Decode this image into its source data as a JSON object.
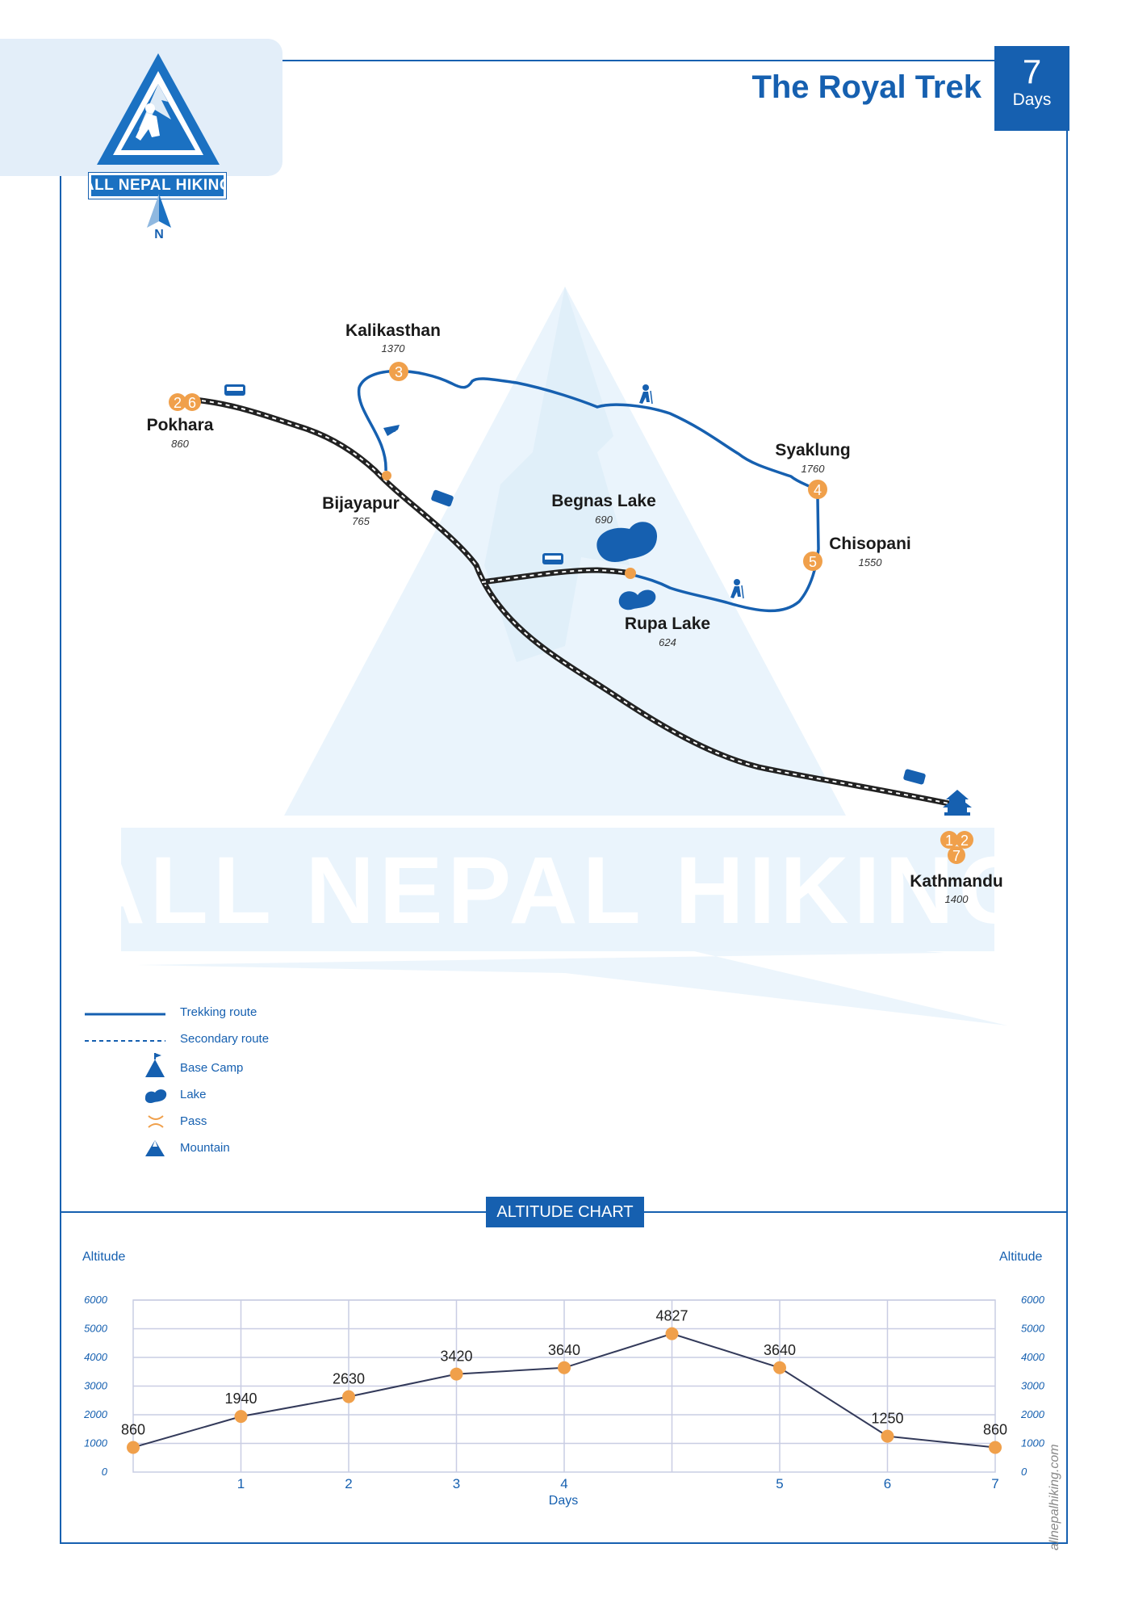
{
  "header": {
    "brand": "ALL NEPAL HIKING",
    "title": "The Royal Trek",
    "duration_value": "7",
    "duration_unit": "Days"
  },
  "map": {
    "north_label": "N",
    "watermark": "ALL NEPAL HIKING",
    "places": [
      {
        "id": "kalikasthan",
        "name": "Kalikasthan",
        "elevation": "1370",
        "days": [
          "3"
        ]
      },
      {
        "id": "pokhara",
        "name": "Pokhara",
        "elevation": "860",
        "days": [
          "2",
          "6"
        ]
      },
      {
        "id": "bijayapur",
        "name": "Bijayapur",
        "elevation": "765",
        "days": []
      },
      {
        "id": "begnas",
        "name": "Begnas Lake",
        "elevation": "690",
        "days": []
      },
      {
        "id": "rupa",
        "name": "Rupa Lake",
        "elevation": "624",
        "days": []
      },
      {
        "id": "syaklung",
        "name": "Syaklung",
        "elevation": "1760",
        "days": [
          "4"
        ]
      },
      {
        "id": "chisopani",
        "name": "Chisopani",
        "elevation": "1550",
        "days": [
          "5"
        ]
      },
      {
        "id": "kathmandu",
        "name": "Kathmandu",
        "elevation": "1400",
        "days": [
          "1",
          "2",
          "7"
        ]
      }
    ],
    "colors": {
      "route": "#1660b0",
      "day_marker": "#f0a04b",
      "lake": "#1660b0",
      "watermark": "#eaf4fc"
    }
  },
  "legend": {
    "items": [
      {
        "icon": "trekking-route-line",
        "label": "Trekking route"
      },
      {
        "icon": "secondary-route-line",
        "label": "Secondary route"
      },
      {
        "icon": "tent-icon",
        "label": "Base Camp"
      },
      {
        "icon": "lake-icon",
        "label": "Lake"
      },
      {
        "icon": "pass-icon",
        "label": "Pass"
      },
      {
        "icon": "mountain-icon",
        "label": "Mountain"
      }
    ]
  },
  "altitude_chart": {
    "heading": "ALTITUDE CHART",
    "left_axis_label": "Altitude",
    "right_axis_label": "Altitude",
    "x_axis_label": "Days",
    "website": "allnepalhiking.com"
  },
  "chart_data": {
    "type": "line",
    "title": "ALTITUDE CHART",
    "xlabel": "Days",
    "ylabel": "Altitude",
    "ylim": [
      0,
      6000
    ],
    "yticks": [
      0,
      1000,
      2000,
      3000,
      4000,
      5000,
      6000
    ],
    "xtick_labels": [
      "",
      "1",
      "2",
      "3",
      "4",
      "",
      "5",
      "6",
      "7"
    ],
    "values": [
      860,
      1940,
      2630,
      3420,
      3640,
      4827,
      3640,
      1250,
      860
    ],
    "grid": true,
    "line_color": "#333a5a",
    "marker_color": "#f0a04b"
  }
}
